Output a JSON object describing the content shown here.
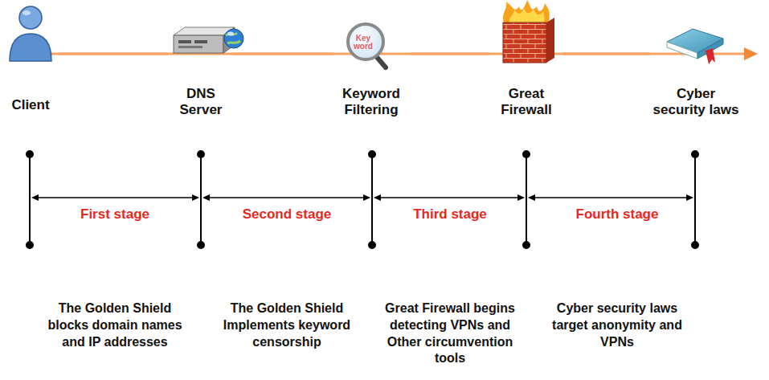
{
  "diagram": {
    "nodes": [
      {
        "text": [
          "Client"
        ]
      },
      {
        "text": [
          "DNS Server"
        ]
      },
      {
        "text": [
          "Keyword Filtering"
        ]
      },
      {
        "text": [
          "Great Firewall"
        ]
      },
      {
        "text": [
          "Cyber security laws"
        ]
      }
    ],
    "edges": [
      {
        "from": 0,
        "to": 1,
        "arrow": "none"
      },
      {
        "from": 1,
        "to": 2,
        "arrow": "none"
      },
      {
        "from": 2,
        "to": 3,
        "arrow": "none"
      },
      {
        "from": 3,
        "to": 4,
        "arrow": "none"
      }
    ],
    "labels": [
      "Key word",
      "First stage",
      "The Golden Shield blocks domain names and IP addresses",
      "Second stage",
      "The Golden Shield Implements keyword censorship",
      "Third stage",
      "Great Firewall begins detecting VPNs and Other circumvention tools",
      "Fourth stage",
      "Cyber security laws target anonymity and VPNs"
    ]
  }
}
